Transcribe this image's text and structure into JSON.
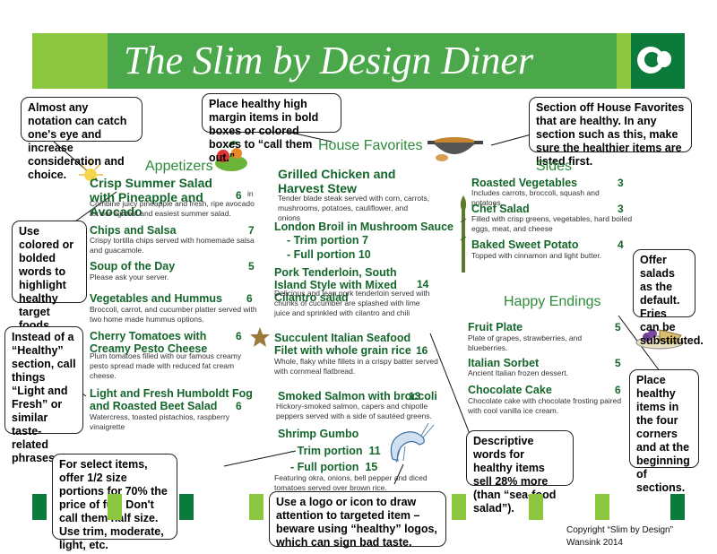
{
  "header": {
    "title": "The Slim by Design Diner"
  },
  "callouts": {
    "notation": "Almost any notation can catch one's eye and increase consideration and choice.",
    "boxes": "Place healthy high margin items in bold boxes or colored boxes to “call them out.”",
    "favorites": "Section off House Favorites that are healthy. In any section such as this, make sure the healthier items are listed first.",
    "colored": "Use colored or bolded words to highlight healthy target foods.",
    "salads": "Offer salads as the default. Fries can be substituted.",
    "light": "Instead of a “Healthy” section, call things “Light and Fresh” or similar taste-related phrases.",
    "corners": "Place healthy items in the four corners and at the beginning of sections.",
    "descriptive": "Descriptive words for healthy items sell 28% more (than “sea-food salad”).",
    "half": "For select items, offer 1/2 size portions for 70% the price of full. Don't call them half size. Use trim, moderate, light, etc.",
    "logo": "Use a logo or icon to draw attention to targeted item – beware using “healthy” logos, which can sign bad taste."
  },
  "sections": {
    "appetizers": "Appetizers",
    "house": "House Favorites",
    "sides": "Sides",
    "endings": "Happy Endings"
  },
  "appetizers": [
    {
      "name": "Crisp Summer Salad with Pineapple and Avocado",
      "price": "6",
      "desc": "in Combine juicy pineapple and fresh, ripe avocado for our lightest and easiest summer salad."
    },
    {
      "name": "Chips and Salsa",
      "price": "7",
      "desc": "Crispy tortilla chips served with homemade salsa and guacamole."
    },
    {
      "name": "Soup of the Day",
      "price": "5",
      "desc": "Please ask your server."
    },
    {
      "name": "Vegetables and Hummus",
      "price": "6",
      "desc": "Broccoli, carrot, and cucumber platter served with two home made hummus options."
    },
    {
      "name": "Cherry Tomatoes with Creamy Pesto Cheese",
      "price": "6",
      "desc": "Plum tomatoes filled with our famous creamy pesto spread made with reduced fat cream cheese."
    },
    {
      "name": "Light and Fresh Humboldt Fog and Roasted Beet Salad",
      "price": "6",
      "desc": "Watercress, toasted pistachios, raspberry vinaigrette"
    }
  ],
  "house": {
    "grilled": {
      "name": "Grilled Chicken and Harvest Stew",
      "desc": "Tender blade steak served with corn, carrots, mushrooms, potatoes, cauliflower, and onions"
    },
    "broil": {
      "name": "London Broil in Mushroom Sauce",
      "trim": "- Trim portion 7",
      "full": "- Full portion 10"
    },
    "pork": {
      "name": "Pork Tenderloin, South Island Style with Mixed Cilantro salad",
      "price": "14",
      "desc": "Delicious and lean pork tenderloin served with chunks of cucumber are splashed with lime juice and sprinkled with cilantro and chili"
    },
    "seafood": {
      "name": "Succulent Italian Seafood Filet with whole grain rice",
      "price": "16",
      "desc": "Whole, flaky white fillets in a crispy batter served with cornmeal flatbread."
    },
    "salmon": {
      "name": "Smoked Salmon with broccoli",
      "price": "13",
      "desc": "Hickory-smoked salmon, capers and chipotle peppers served with a side of sautéed greens."
    },
    "gumbo": {
      "name": "Shrimp Gumbo",
      "trim": "- Trim portion  11",
      "full": "- Full portion  15",
      "desc": "Featuring okra, onions, bell pepper and diced tomatoes served over brown rice."
    }
  },
  "sides": [
    {
      "name": "Roasted Vegetables",
      "price": "3",
      "desc": "Includes carrots, broccoli, squash and potatoes."
    },
    {
      "name": "Chef Salad",
      "price": "3",
      "desc": "Filled with crisp greens, vegetables, hard boiled eggs, meat, and cheese"
    },
    {
      "name": "Baked Sweet Potato",
      "price": "4",
      "desc": "Topped with cinnamon and light butter."
    }
  ],
  "endings": [
    {
      "name": "Fruit Plate",
      "price": "5",
      "desc": "Plate of grapes, strawberries, and blueberries."
    },
    {
      "name": "Italian Sorbet",
      "price": "5",
      "desc": "Ancient Italian frozen dessert."
    },
    {
      "name": "Chocolate Cake",
      "price": "6",
      "desc": "Chocolate cake with chocolate frosting paired with cool vanilla ice cream."
    }
  ],
  "copyright": {
    "line1": "Copyright “Slim by Design”",
    "line2": "Wansink 2014"
  },
  "colors": {
    "dark_green": "#0b7a3a",
    "mid_green": "#4aa84a",
    "light_green": "#8cc63f",
    "menu_green": "#14662a"
  },
  "icons": [
    "sparkle-icon",
    "vegetables-icon",
    "soup-pot-icon",
    "asparagus-icon",
    "star-icon",
    "shrimp-icon",
    "dessert-plate-icon",
    "logo-icon"
  ]
}
